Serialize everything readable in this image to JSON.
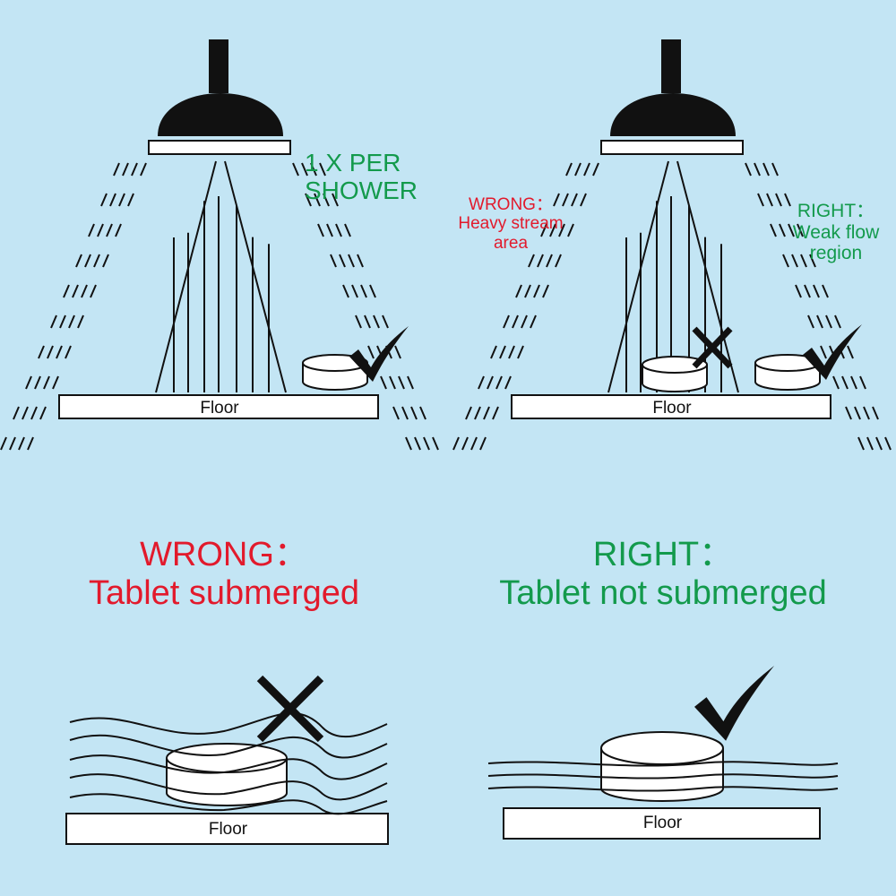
{
  "colors": {
    "background": "#c3e5f4",
    "right_green": "#139a4c",
    "wrong_red": "#e21a2c",
    "ink": "#111111",
    "tablet_fill": "#ffffff"
  },
  "panel_top_left": {
    "note_line1": "1 X PER",
    "note_line2": "SHOWER",
    "floor_label": "Floor",
    "mark": "check-mark"
  },
  "panel_top_right": {
    "wrong_line1": "WRONG：",
    "wrong_line2": "Heavy stream",
    "wrong_line3": "area",
    "right_line1": "RIGHT：",
    "right_line2": "Weak flow",
    "right_line3": "region",
    "floor_label": "Floor",
    "marks": [
      "x-mark",
      "check-mark"
    ]
  },
  "panel_bottom_left": {
    "heading_line1": "WRONG：",
    "heading_line2": "Tablet submerged",
    "floor_label": "Floor",
    "mark": "x-mark"
  },
  "panel_bottom_right": {
    "heading_line1": "RIGHT：",
    "heading_line2": "Tablet not submerged",
    "floor_label": "Floor",
    "mark": "check-mark"
  }
}
